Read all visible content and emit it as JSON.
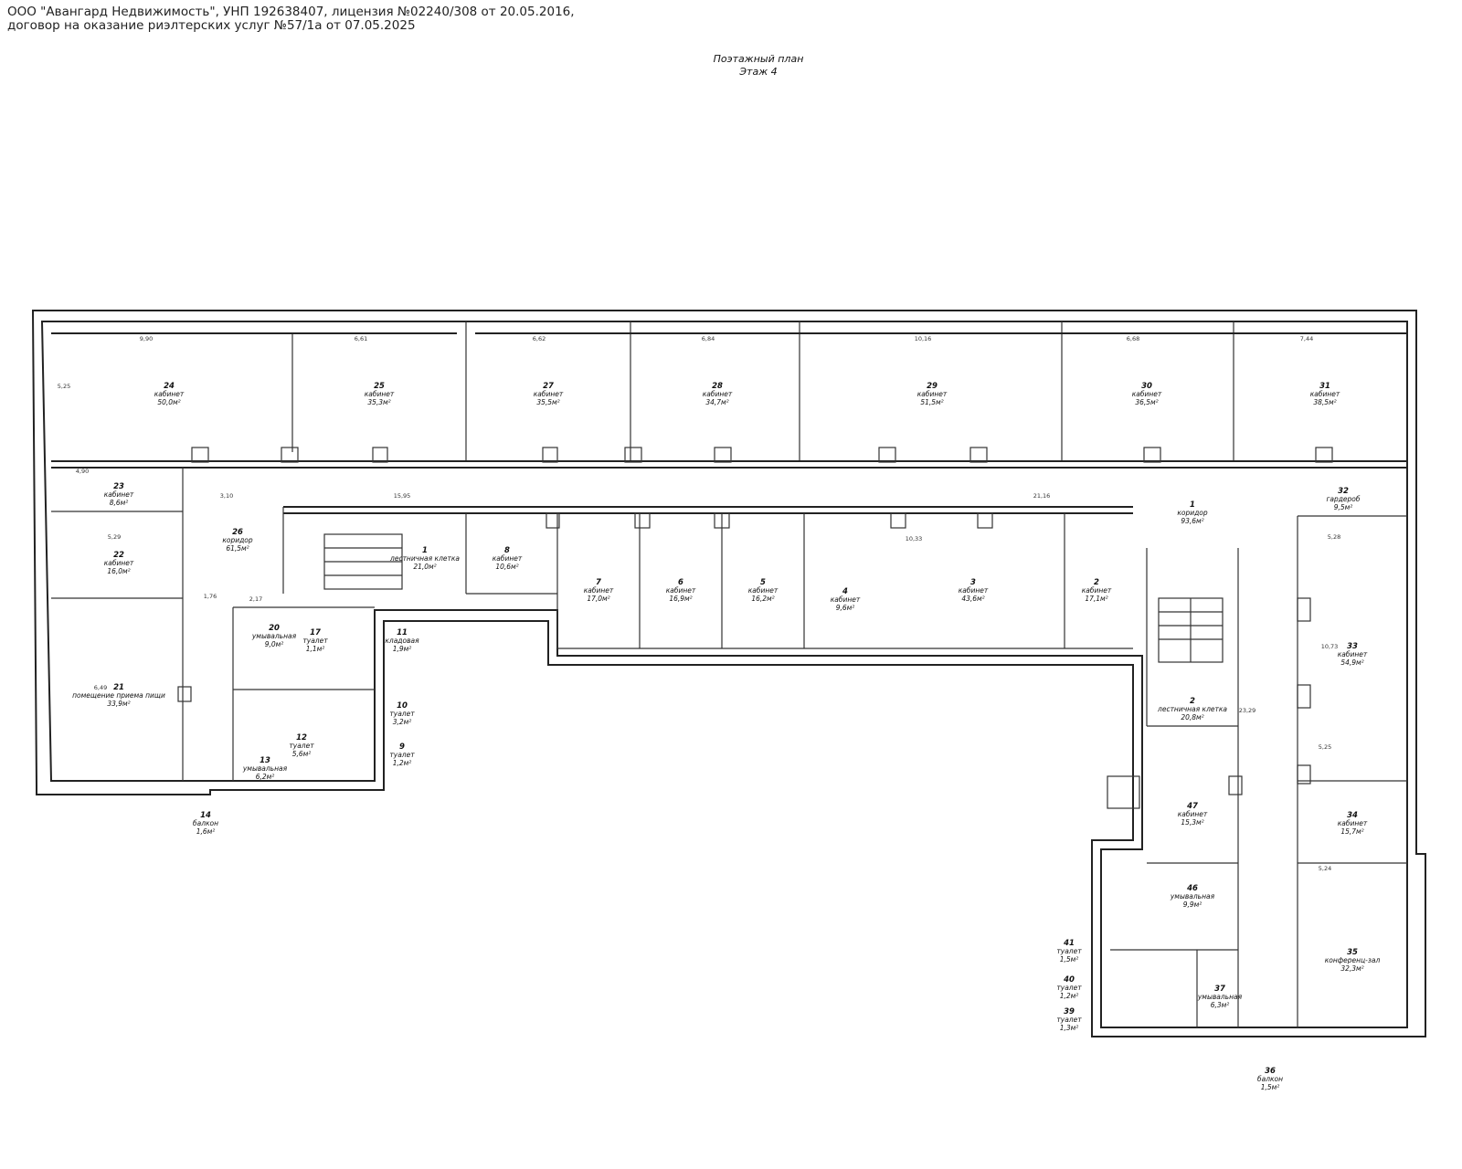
{
  "license": {
    "line1": "ООО \"Авангард Недвижимость\", УНП 192638407, лицензия №02240/308 от 20.05.2016,",
    "line2": "договор на оказание риэлтерских услуг №57/1а от 07.05.2025"
  },
  "plan": {
    "title": "Поэтажный план",
    "subtitle": "Этаж 4"
  },
  "rooms": [
    {
      "id": "24",
      "num": "24",
      "name": "кабинет",
      "area": "50,0м²"
    },
    {
      "id": "25",
      "num": "25",
      "name": "кабинет",
      "area": "35,3м²"
    },
    {
      "id": "27",
      "num": "27",
      "name": "кабинет",
      "area": "35,5м²"
    },
    {
      "id": "28",
      "num": "28",
      "name": "кабинет",
      "area": "34,7м²"
    },
    {
      "id": "29",
      "num": "29",
      "name": "кабинет",
      "area": "51,5м²"
    },
    {
      "id": "30",
      "num": "30",
      "name": "кабинет",
      "area": "36,5м²"
    },
    {
      "id": "31",
      "num": "31",
      "name": "кабинет",
      "area": "38,5м²"
    },
    {
      "id": "23",
      "num": "23",
      "name": "кабинет",
      "area": "8,6м²"
    },
    {
      "id": "26",
      "num": "26",
      "name": "коридор",
      "area": "61,5м²"
    },
    {
      "id": "22",
      "num": "22",
      "name": "кабинет",
      "area": "16,0м²"
    },
    {
      "id": "1l",
      "num": "1",
      "name": "лестничная клетка",
      "area": "21,0м²"
    },
    {
      "id": "8",
      "num": "8",
      "name": "кабинет",
      "area": "10,6м²"
    },
    {
      "id": "7",
      "num": "7",
      "name": "кабинет",
      "area": "17,0м²"
    },
    {
      "id": "6",
      "num": "6",
      "name": "кабинет",
      "area": "16,9м²"
    },
    {
      "id": "5",
      "num": "5",
      "name": "кабинет",
      "area": "16,2м²"
    },
    {
      "id": "4",
      "num": "4",
      "name": "кабинет",
      "area": "9,6м²"
    },
    {
      "id": "3",
      "num": "3",
      "name": "кабинет",
      "area": "43,6м²"
    },
    {
      "id": "2",
      "num": "2",
      "name": "кабинет",
      "area": "17,1м²"
    },
    {
      "id": "1k",
      "num": "1",
      "name": "коридор",
      "area": "93,6м²"
    },
    {
      "id": "32",
      "num": "32",
      "name": "гардероб",
      "area": "9,5м²"
    },
    {
      "id": "21",
      "num": "21",
      "name": "помещение приема пищи",
      "area": "33,9м²"
    },
    {
      "id": "20",
      "num": "20",
      "name": "умывальная",
      "area": "9,0м²"
    },
    {
      "id": "17",
      "num": "17",
      "name": "туалет",
      "area": "1,1м²"
    },
    {
      "id": "11",
      "num": "11",
      "name": "кладовая",
      "area": "1,9м²"
    },
    {
      "id": "10",
      "num": "10",
      "name": "туалет",
      "area": "3,2м²"
    },
    {
      "id": "12",
      "num": "12",
      "name": "туалет",
      "area": "5,6м²"
    },
    {
      "id": "13",
      "num": "13",
      "name": "умывальная",
      "area": "6,2м²"
    },
    {
      "id": "9",
      "num": "9",
      "name": "туалет",
      "area": "1,2м²"
    },
    {
      "id": "14",
      "num": "14",
      "name": "балкон",
      "area": "1,6м²"
    },
    {
      "id": "2l",
      "num": "2",
      "name": "лестничная клетка",
      "area": "20,8м²"
    },
    {
      "id": "33",
      "num": "33",
      "name": "кабинет",
      "area": "54,9м²"
    },
    {
      "id": "47",
      "num": "47",
      "name": "кабинет",
      "area": "15,3м²"
    },
    {
      "id": "34",
      "num": "34",
      "name": "кабинет",
      "area": "15,7м²"
    },
    {
      "id": "35",
      "num": "35",
      "name": "конференц-зал",
      "area": "32,3м²"
    },
    {
      "id": "46",
      "num": "46",
      "name": "умывальная",
      "area": "9,9м²"
    },
    {
      "id": "41",
      "num": "41",
      "name": "туалет",
      "area": "1,5м²"
    },
    {
      "id": "40",
      "num": "40",
      "name": "туалет",
      "area": "1,2м²"
    },
    {
      "id": "39",
      "num": "39",
      "name": "туалет",
      "area": "1,3м²"
    },
    {
      "id": "37",
      "num": "37",
      "name": "умывальная",
      "area": "6,3м²"
    },
    {
      "id": "36",
      "num": "36",
      "name": "балкон",
      "area": "1,5м²"
    }
  ],
  "dims": [
    "9,90",
    "6,61",
    "6,62",
    "6,84",
    "10,16",
    "6,68",
    "7,44",
    "5,25",
    "15,95",
    "21,16",
    "10,33",
    "5,28",
    "10,73",
    "23,29",
    "5,25",
    "5,24",
    "6,49",
    "5,29",
    "4,90",
    "3,10",
    "2,17",
    "1,76"
  ]
}
